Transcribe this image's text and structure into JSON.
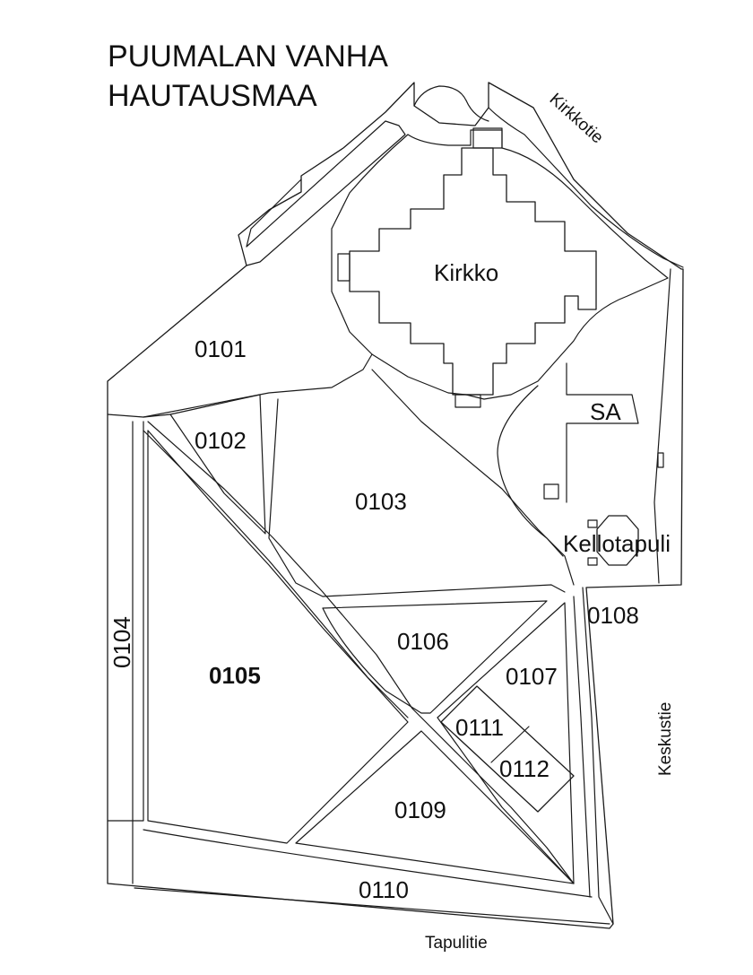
{
  "title": {
    "line1": "PUUMALAN VANHA",
    "line2": "HAUTAUSMAA"
  },
  "buildings": {
    "church": "Kirkko",
    "bell_tower": "Kellotapuli",
    "sa": "SA"
  },
  "roads": {
    "kirkkotie": "Kirkkotie",
    "keskustie": "Keskustie",
    "tapulitie": "Tapulitie"
  },
  "blocks": {
    "b0101": "0101",
    "b0102": "0102",
    "b0103": "0103",
    "b0104": "0104",
    "b0105": "0105",
    "b0106": "0106",
    "b0107": "0107",
    "b0108": "0108",
    "b0109": "0109",
    "b0110": "0110",
    "b0111": "0111",
    "b0112": "0112"
  }
}
